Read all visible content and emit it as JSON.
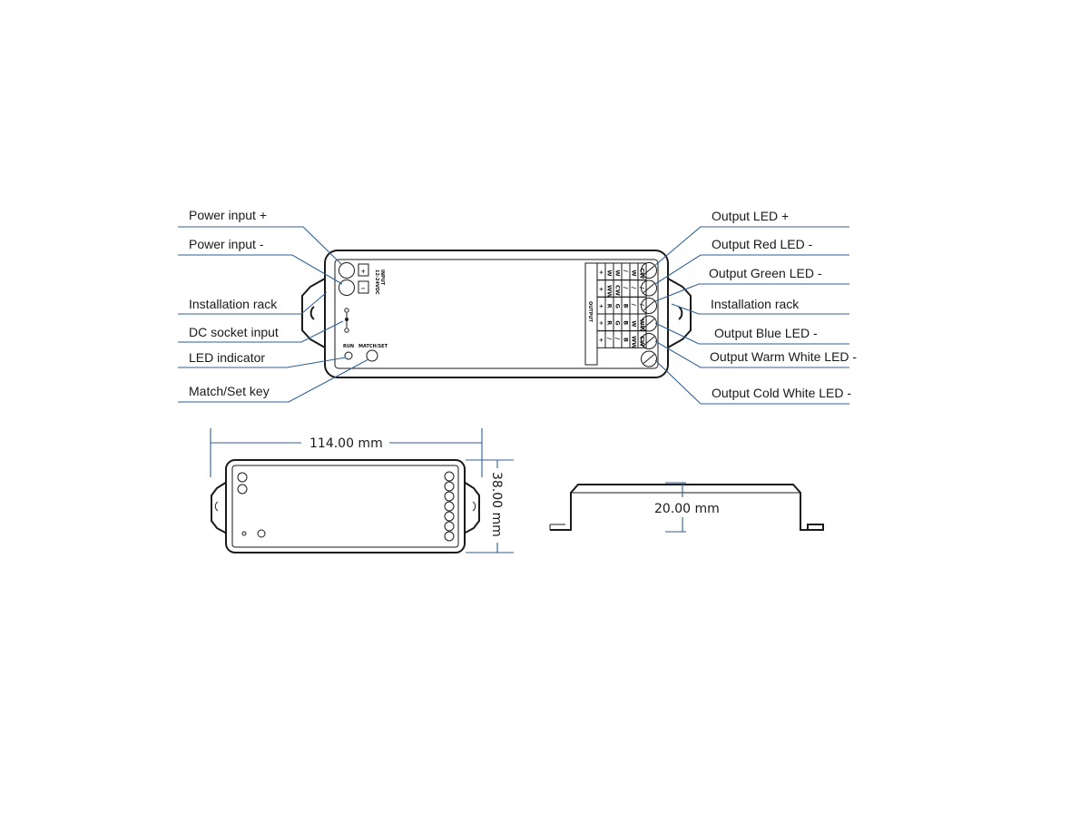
{
  "left_labels": [
    "Power input +",
    "Power input -",
    "Installation rack",
    "DC socket input",
    "LED indicator",
    "Match/Set key"
  ],
  "right_labels": [
    "Output LED +",
    "Output Red LED -",
    "Output Green LED -",
    "Installation rack",
    "Output Blue LED -",
    "Output Warm White LED -",
    "Output Cold White LED -"
  ],
  "device": {
    "input_title": "INPUT",
    "input_voltage": "12-24VDC",
    "plus": "+",
    "minus": "−",
    "run_label": "RUN",
    "match_label": "MATCH/SET",
    "output_title": "OUTPUT",
    "table": [
      [
        "+",
        "+",
        "+",
        "+",
        "+"
      ],
      [
        "W",
        "WW",
        "R",
        "R",
        "/"
      ],
      [
        "W",
        "CW",
        "G",
        "G",
        "/"
      ],
      [
        "/",
        "/",
        "B",
        "B",
        "B"
      ],
      [
        "W",
        "/",
        "/",
        "W",
        "WW"
      ],
      [
        "CW",
        "/",
        "/",
        "WW",
        "CW"
      ]
    ]
  },
  "dimensions": {
    "length": "114.00 mm",
    "width": "38.00 mm",
    "height": "20.00 mm"
  }
}
